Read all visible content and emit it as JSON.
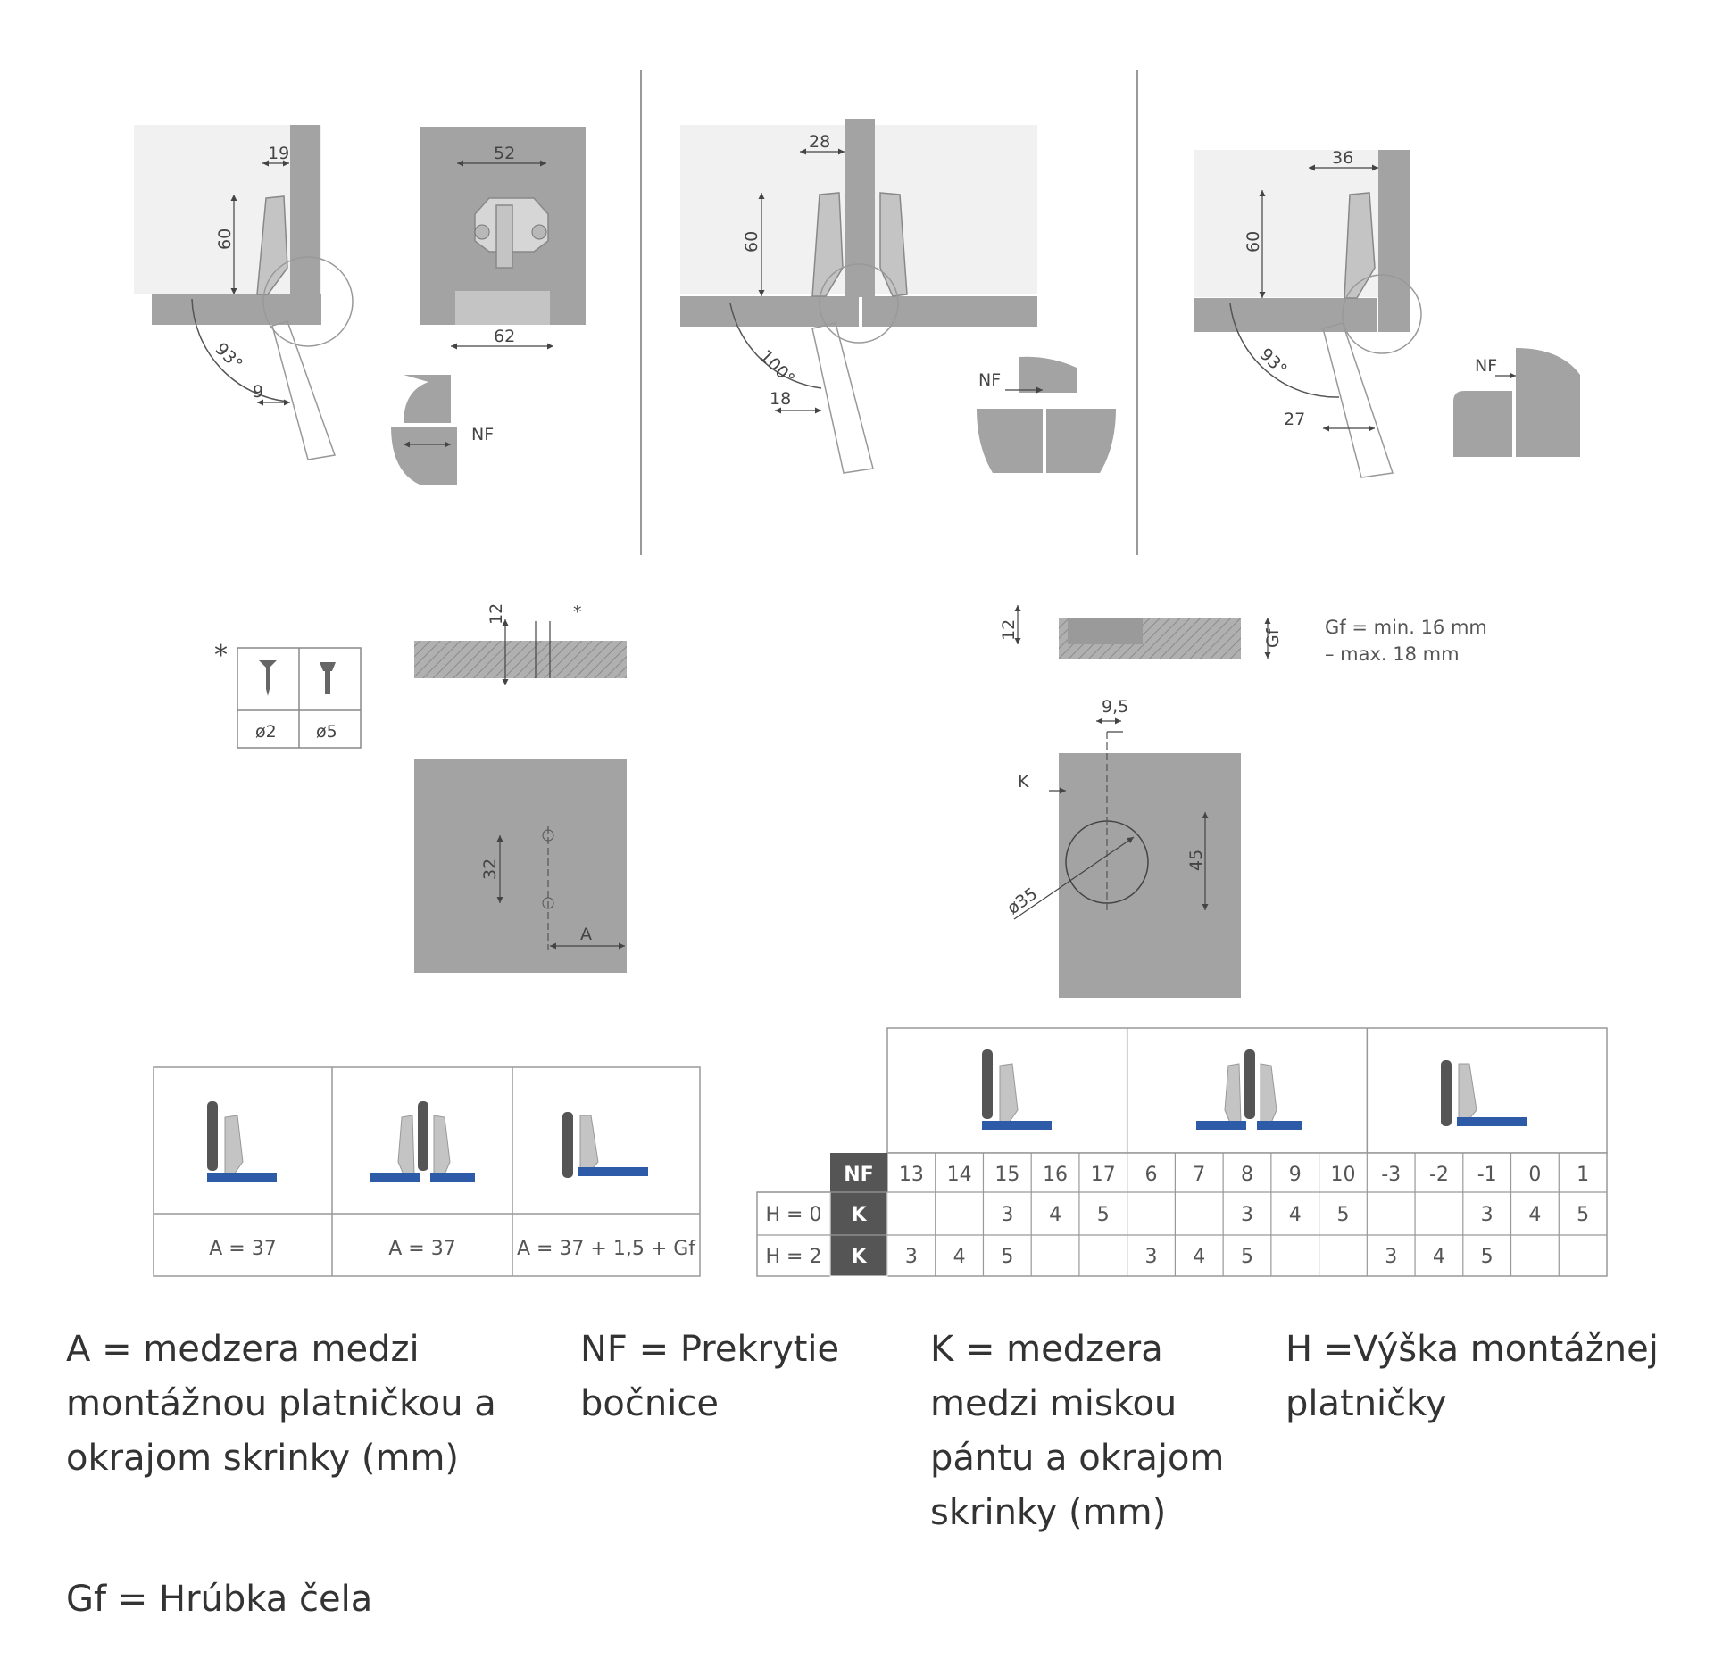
{
  "labels": {
    "d19": "19",
    "d52": "52",
    "d62": "62",
    "d60a": "60",
    "a93a": "93°",
    "d9": "9",
    "nf1": "NF",
    "d28": "28",
    "d60b": "60",
    "a100": "100°",
    "d18": "18",
    "nf2": "NF",
    "d36": "36",
    "d60c": "60",
    "a93b": "93°",
    "d27": "27",
    "nf3": "NF",
    "d12a": "12",
    "star_small": "*",
    "star": "*",
    "screw1": "ø2",
    "screw2": "ø5",
    "d32": "32",
    "dimA": "A",
    "d12b": "12",
    "gf": "Gf",
    "gf_note_line1": "Gf = min. 16 mm",
    "gf_note_line2": "– max. 18 mm",
    "d9_5": "9,5",
    "K": "K",
    "d45": "45",
    "d35": "ø35"
  },
  "plate_table": {
    "cells": [
      "A = 37",
      "A = 37",
      "A = 37 + 1,5 + Gf"
    ]
  },
  "nf_table": {
    "nf_header": "NF",
    "nf_values": [
      "13",
      "14",
      "15",
      "16",
      "17",
      "6",
      "7",
      "8",
      "9",
      "10",
      "-3",
      "-2",
      "-1",
      "0",
      "1"
    ],
    "rows": [
      {
        "label": "H = 0",
        "k": "K",
        "values": [
          "",
          "",
          "3",
          "4",
          "5",
          "",
          "",
          "3",
          "4",
          "5",
          "",
          "",
          "3",
          "4",
          "5"
        ]
      },
      {
        "label": "H = 2",
        "k": "K",
        "values": [
          "3",
          "4",
          "5",
          "",
          "",
          "3",
          "4",
          "5",
          "",
          "",
          "3",
          "4",
          "5",
          "",
          ""
        ]
      }
    ]
  },
  "legend": {
    "a": [
      "A = medzera medzi",
      "montážnou platničkou a",
      "okrajom skrinky (mm)"
    ],
    "nf": [
      "NF = Prekrytie",
      "bočnice"
    ],
    "k": [
      "K = medzera",
      "medzi miskou",
      "pántu a okrajom",
      "skrinky (mm)"
    ],
    "h": [
      "H =Výška montážnej",
      "platničky"
    ],
    "gf": [
      "Gf = Hrúbka čela"
    ]
  },
  "colors": {
    "panel": "#a3a3a3",
    "panel_dark": "#8c8c8c",
    "hinge": "#c4c4c4",
    "blue": "#2d5ba8",
    "header_dark": "#555555"
  }
}
